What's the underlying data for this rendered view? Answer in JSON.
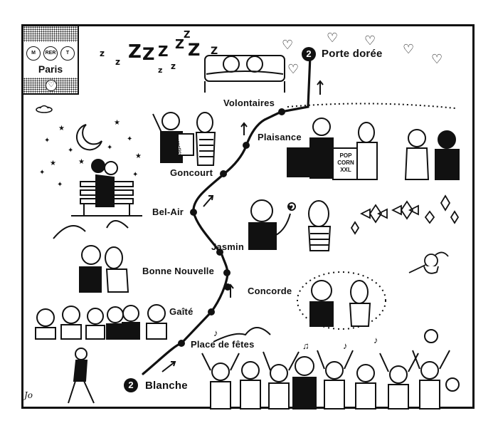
{
  "legend": {
    "icons": [
      "M",
      "RER",
      "T"
    ],
    "city": "Paris",
    "heart": "♡"
  },
  "line": {
    "number": "2",
    "start": "Blanche",
    "end": "Porte dorée"
  },
  "stations": [
    "Place de fêtes",
    "Gaîté",
    "Concorde",
    "Bonne Nouvelle",
    "Jasmin",
    "Bel-Air",
    "Goncourt",
    "Plaisance",
    "Volontaires"
  ],
  "doodles": {
    "book_cover": "practice",
    "popcorn_box": "POP CORN XXL",
    "signature": "Jo"
  },
  "colors": {
    "ink": "#111111",
    "paper": "#ffffff"
  }
}
